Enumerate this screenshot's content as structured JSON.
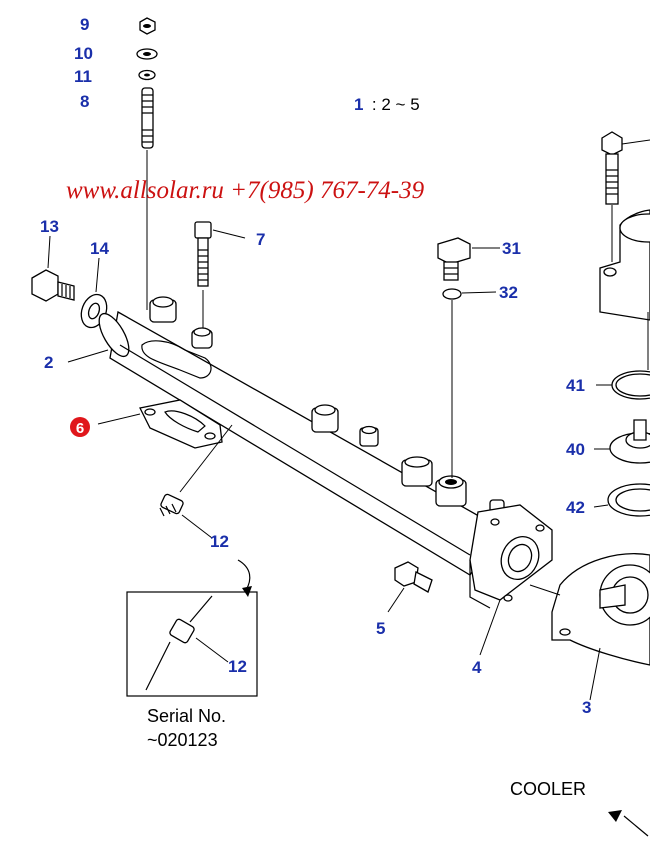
{
  "scale_note": {
    "num": "1",
    "text": ": 2 ~ 5"
  },
  "watermark": "www.allsolar.ru +7(985) 767-74-39",
  "callouts": {
    "c9": "9",
    "c10": "10",
    "c11": "11",
    "c8": "8",
    "c7": "7",
    "c13": "13",
    "c14": "14",
    "c2": "2",
    "c6": "6",
    "c12a": "12",
    "c31": "31",
    "c32": "32",
    "c41": "41",
    "c40": "40",
    "c42": "42",
    "c5": "5",
    "c4": "4",
    "c3": "3",
    "c12b": "12"
  },
  "inset": {
    "serial_label": "Serial No.",
    "serial_value": "~020123"
  },
  "cooler_label": "COOLER",
  "colors": {
    "callout": "#1a2faa",
    "highlight": "#e0161b",
    "watermark": "#cc1111"
  }
}
